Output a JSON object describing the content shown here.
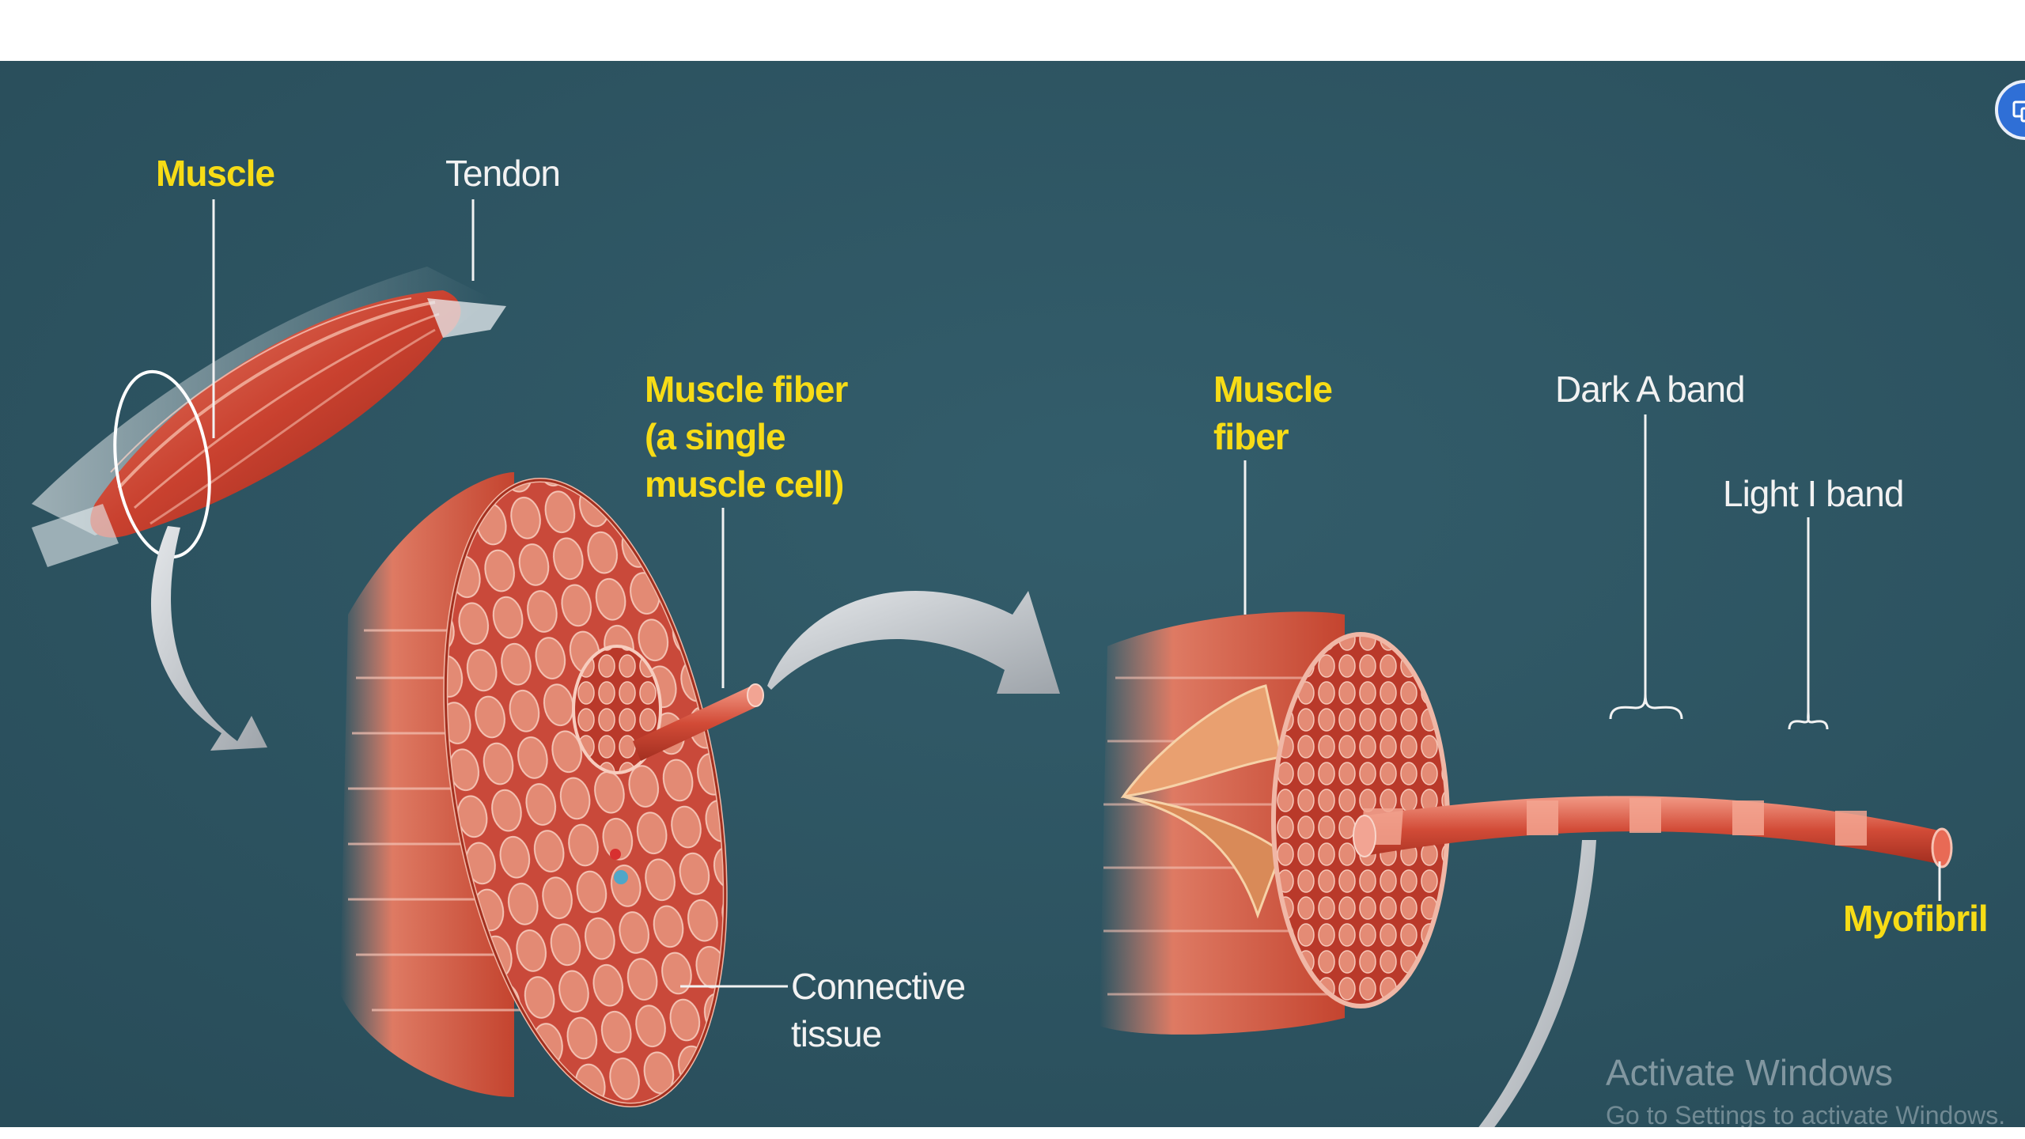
{
  "labels": {
    "muscle": "Muscle",
    "tendon": "Tendon",
    "muscle_fiber_cell": "Muscle fiber\n(a single\nmuscle cell)",
    "muscle_fiber": "Muscle\nfiber",
    "dark_a_band": "Dark A band",
    "light_i_band": "Light I band",
    "myofibril": "Myofibril",
    "connective_tissue": "Connective\ntissue"
  },
  "watermark": {
    "title": "Activate Windows",
    "subtitle": "Go to Settings to activate Windows."
  },
  "colors": {
    "background": "#2c5563",
    "highlight_label": "#f7dc16",
    "plain_label": "#f2f2f2",
    "muscle_red": "#c9412f",
    "arrow_gray": "#c8ccd0"
  }
}
